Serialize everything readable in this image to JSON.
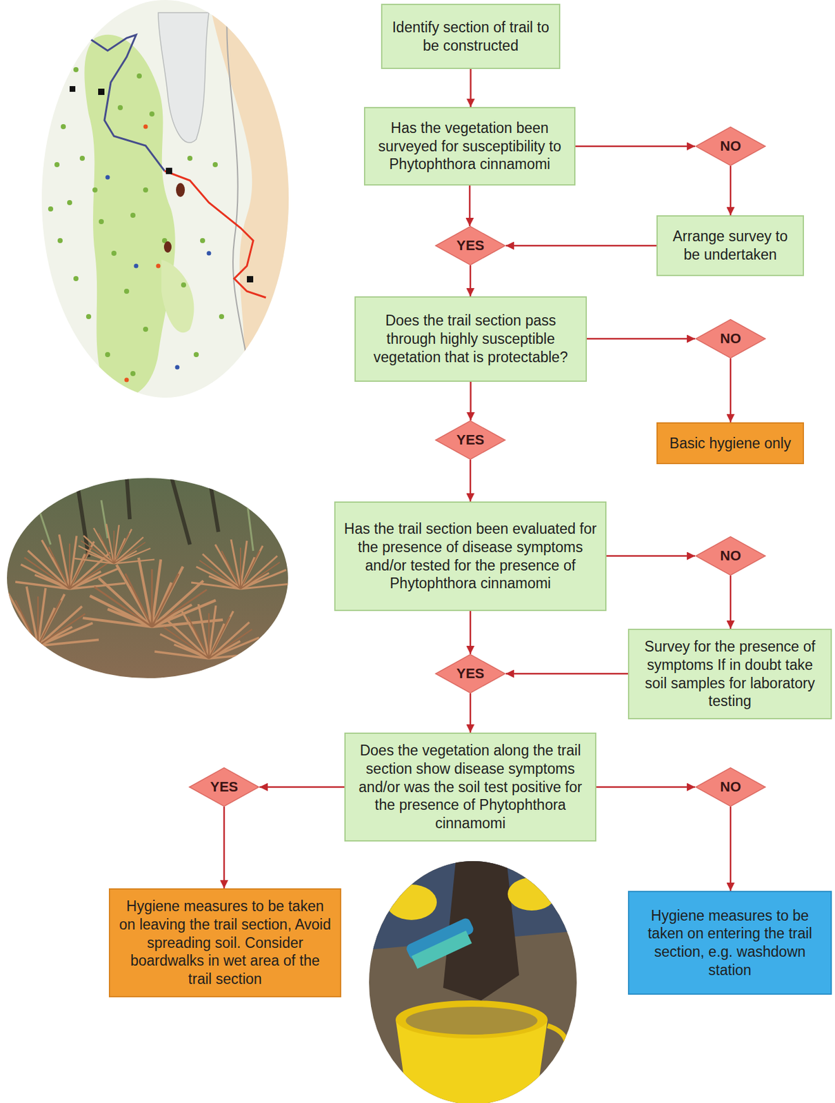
{
  "diagram": {
    "nodes": [
      {
        "text": [
          "Identify section of trail to be constructed"
        ]
      },
      {
        "text": [
          "Has the vegetation been surveyed for susceptibility to Phytophthora cinnamomi"
        ]
      },
      {
        "text": [
          "NO"
        ]
      },
      {
        "text": [
          "Arrange survey to be undertaken"
        ]
      },
      {
        "text": [
          "YES"
        ]
      },
      {
        "text": [
          "Does the trail section pass through highly susceptible vegetation that is protectable?"
        ]
      },
      {
        "text": [
          "NO"
        ]
      },
      {
        "text": [
          "YES"
        ]
      },
      {
        "text": [
          "Basic hygiene only"
        ]
      },
      {
        "text": [
          "Has the trail section been evaluated for the presence of disease symptoms and/or tested for the presence of Phytophthora cinnamomi"
        ]
      },
      {
        "text": [
          "NO"
        ]
      },
      {
        "text": [
          "Survey for the presence of symptoms If in doubt take soil samples for laboratory testing"
        ]
      },
      {
        "text": [
          "YES"
        ]
      },
      {
        "text": [
          "Does the vegetation along the trail section show disease symptoms and/or was the soil test positive for the presence of Phytophthora cinnamomi"
        ]
      },
      {
        "text": [
          "YES"
        ]
      },
      {
        "text": [
          "NO"
        ]
      },
      {
        "text": [
          "Hygiene measures to be taken on leaving the trail section, Avoid spreading soil. Consider boardwalks in wet area of the trail section"
        ]
      },
      {
        "text": [
          "Hygiene measures to be taken on entering the trail section, e.g. washdown station"
        ]
      }
    ],
    "edges": [
      {
        "from": 0,
        "to": 1,
        "arrow": "to"
      },
      {
        "from": 1,
        "to": 2,
        "arrow": "to"
      },
      {
        "from": 2,
        "to": 3,
        "arrow": "to"
      },
      {
        "from": 1,
        "to": 4,
        "arrow": "to"
      },
      {
        "from": 3,
        "to": 4,
        "arrow": "to"
      },
      {
        "from": 4,
        "to": 5,
        "arrow": "to"
      },
      {
        "from": 5,
        "to": 6,
        "arrow": "to"
      },
      {
        "from": 6,
        "to": 8,
        "arrow": "to"
      },
      {
        "from": 5,
        "to": 7,
        "arrow": "to"
      },
      {
        "from": 7,
        "to": 9,
        "arrow": "to"
      },
      {
        "from": 9,
        "to": 10,
        "arrow": "to"
      },
      {
        "from": 10,
        "to": 11,
        "arrow": "to"
      },
      {
        "from": 11,
        "to": 12,
        "arrow": "to"
      },
      {
        "from": 9,
        "to": 12,
        "arrow": "to"
      },
      {
        "from": 12,
        "to": 13,
        "arrow": "to"
      },
      {
        "from": 13,
        "to": 14,
        "arrow": "to"
      },
      {
        "from": 13,
        "to": 15,
        "arrow": "to"
      },
      {
        "from": 14,
        "to": 16,
        "arrow": "to"
      },
      {
        "from": 15,
        "to": 17,
        "arrow": "to"
      }
    ]
  }
}
